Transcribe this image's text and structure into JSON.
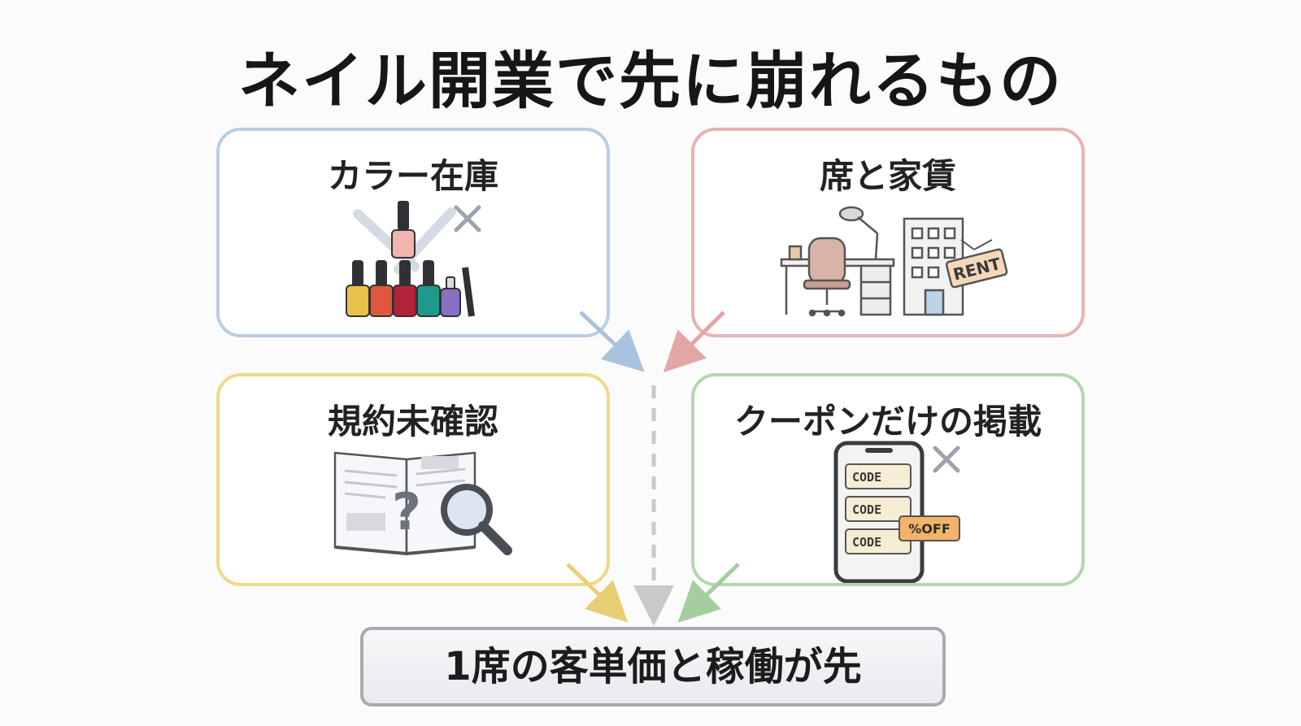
{
  "title": "ネイル開業で先に崩れるもの",
  "cards": [
    {
      "label": "カラー在庫",
      "color": "#b9cde3"
    },
    {
      "label": "席と家賃",
      "color": "#e6b3b3",
      "sign_text": "RENT"
    },
    {
      "label": "規約未確認",
      "color": "#eed98a",
      "glyph": "?"
    },
    {
      "label": "クーポンだけの掲載",
      "color": "#b5d6b0",
      "codes": [
        "CODE",
        "CODE",
        "CODE"
      ],
      "off_tag": "%OFF"
    }
  ],
  "result": {
    "label": "1席の客単価と稼働が先",
    "color": "#a9abb3"
  },
  "icons": {
    "cross": "cross-mark-icon",
    "nail": "nail-polish-icon",
    "desk": "desk-chair-icon",
    "building": "building-icon",
    "book": "open-book-icon",
    "magnifier": "magnifier-icon",
    "phone": "smartphone-icon"
  }
}
